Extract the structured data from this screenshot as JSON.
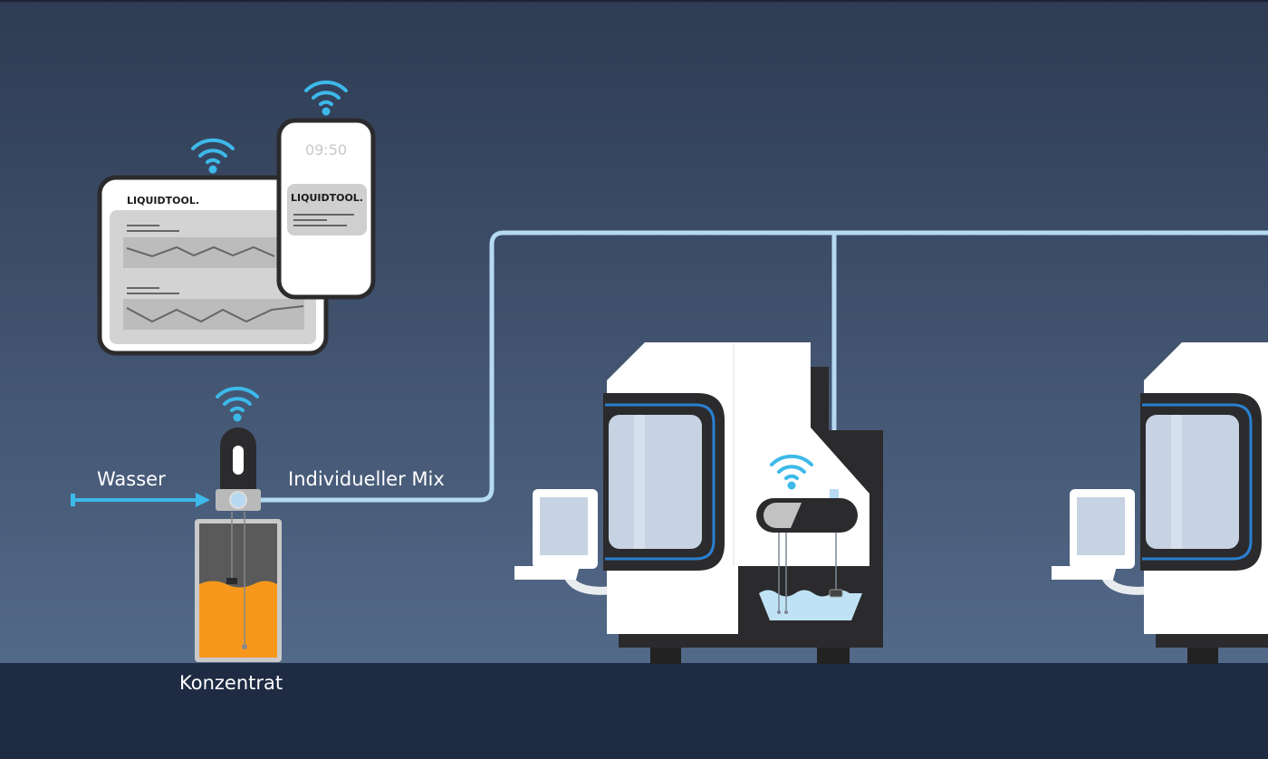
{
  "labels": {
    "water": "Wasser",
    "mix": "Individueller Mix",
    "concentrate": "Konzentrat"
  },
  "tablet": {
    "brand": "LIQUIDTOOL."
  },
  "phone": {
    "time": "09:50",
    "brand": "LIQUIDTOOL."
  },
  "icons": [
    "wifi-icon",
    "arrow-right-icon"
  ],
  "colors": {
    "background_top": "#2e3b53",
    "background_bottom": "#587090",
    "floor": "#1e2b42",
    "pipe": "#b5daf2",
    "wifi": "#3db9ea",
    "water_arrow": "#3db9ea",
    "concentrate": "#f7981d",
    "coolant": "#bfe3f5",
    "machine_body": "#ffffff",
    "machine_dark": "#2b2b2d",
    "window_accent": "#2a7fd0"
  }
}
